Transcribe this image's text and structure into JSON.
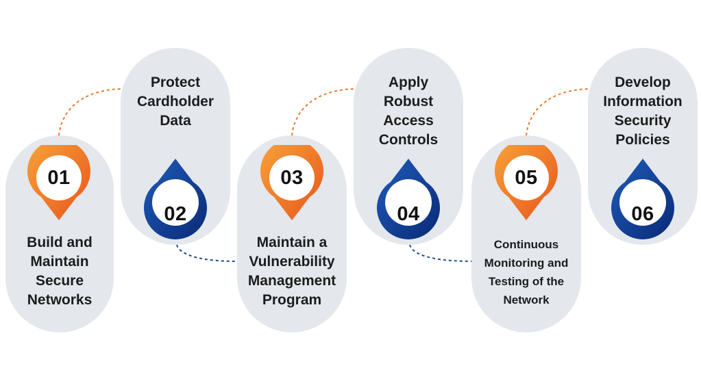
{
  "steps": [
    {
      "number": "01",
      "label": "Build and\nMaintain\nSecure\nNetworks"
    },
    {
      "number": "02",
      "label": "Protect\nCardholder\nData"
    },
    {
      "number": "03",
      "label": "Maintain a\nVulnerability\nManagement\nProgram"
    },
    {
      "number": "04",
      "label": "Apply\nRobust\nAccess\nControls"
    },
    {
      "number": "05",
      "label": "Continuous\nMonitoring and\nTesting of the\nNetwork"
    },
    {
      "number": "06",
      "label": "Develop\nInformation\nSecurity\nPolicies"
    }
  ],
  "colors": {
    "pill_bg": "#e4e7ec",
    "orange_light": "#f7a23a",
    "orange_dark": "#e8561c",
    "blue_light": "#1f5bb8",
    "blue_dark": "#0a2a78",
    "connector_orange": "#e8782a",
    "connector_blue": "#1f4a8c"
  }
}
